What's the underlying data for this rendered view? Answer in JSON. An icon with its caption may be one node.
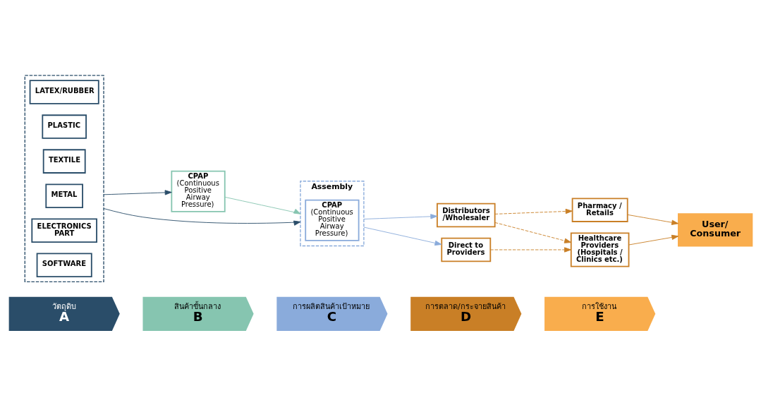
{
  "diagram": {
    "nodes": [
      {
        "text": [
          "วัตถุดิบ",
          "A"
        ]
      },
      {
        "text": [
          "สินค้าขั้นกลาง",
          "B"
        ]
      },
      {
        "text": [
          "การผลิตสินค้าเป้าหมาย",
          "C"
        ]
      },
      {
        "text": [
          "การตลาด/กระจายสินค้า",
          "D"
        ]
      },
      {
        "text": [
          "การใช้งาน",
          "E"
        ]
      },
      {
        "text": [],
        "shape": "box"
      },
      {
        "text": [
          "LATEX/RUBBER"
        ],
        "in": 5
      },
      {
        "text": [
          "PLASTIC"
        ],
        "in": 5
      },
      {
        "text": [
          "TEXTILE"
        ],
        "in": 5
      },
      {
        "text": [
          "METAL"
        ],
        "in": 5
      },
      {
        "text": [
          "ELECTRONICS PART"
        ],
        "in": 5
      },
      {
        "text": [
          "SOFTWARE"
        ],
        "in": 5
      },
      {
        "text": [
          "CPAP",
          "(Continuous Positive Airway Pressure)"
        ]
      },
      {
        "text": [
          "Assembly"
        ]
      },
      {
        "text": [
          "CPAP",
          "(Continuous Positive Airway Pressure)"
        ],
        "in": 13
      },
      {
        "text": [
          "Distributors /Wholesaler"
        ]
      },
      {
        "text": [
          "Direct to Providers"
        ]
      },
      {
        "text": [
          "Pharmacy / Retails"
        ]
      },
      {
        "text": [
          "Healthcare Providers (Hospitals / Clinics etc.)"
        ]
      },
      {
        "text": [
          "User/ Consumer"
        ]
      }
    ],
    "edges": [
      {
        "from": 5,
        "to": 12,
        "arrow": "to",
        "color": "#2a4d69"
      },
      {
        "from": 5,
        "to": 13,
        "arrow": "to",
        "color": "#2a4d69"
      },
      {
        "from": 12,
        "to": 13,
        "arrow": "to",
        "color": "#86c5b0"
      },
      {
        "from": 13,
        "to": 15,
        "arrow": "to",
        "color": "#8aabdb"
      },
      {
        "from": 13,
        "to": 16,
        "arrow": "to",
        "color": "#8aabdb"
      },
      {
        "from": 15,
        "to": 17,
        "arrow": "to",
        "style": "dashed"
      },
      {
        "from": 15,
        "to": 18,
        "arrow": "to",
        "style": "dashed"
      },
      {
        "from": 16,
        "to": 18,
        "arrow": "to",
        "style": "dashed"
      },
      {
        "from": 17,
        "to": 19,
        "arrow": "to"
      },
      {
        "from": 18,
        "to": 19,
        "arrow": "to"
      }
    ]
  }
}
